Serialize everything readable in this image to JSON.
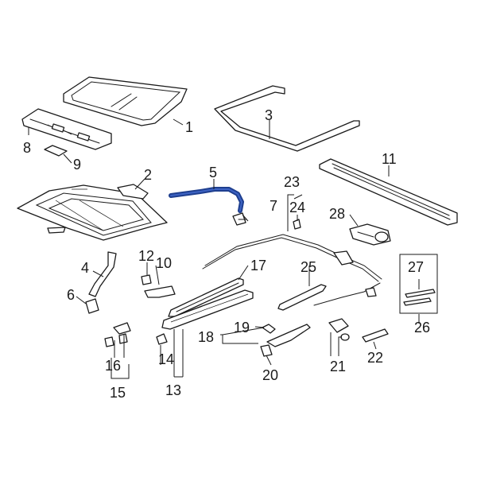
{
  "accent_color": "#1f3f8f",
  "callouts": [
    {
      "id": "c1",
      "text": "1"
    },
    {
      "id": "c2",
      "text": "2"
    },
    {
      "id": "c3",
      "text": "3"
    },
    {
      "id": "c4",
      "text": "4"
    },
    {
      "id": "c5",
      "text": "5"
    },
    {
      "id": "c6",
      "text": "6"
    },
    {
      "id": "c7",
      "text": "7"
    },
    {
      "id": "c8",
      "text": "8"
    },
    {
      "id": "c9",
      "text": "9"
    },
    {
      "id": "c10",
      "text": "10"
    },
    {
      "id": "c11",
      "text": "11"
    },
    {
      "id": "c12",
      "text": "12"
    },
    {
      "id": "c13",
      "text": "13"
    },
    {
      "id": "c14",
      "text": "14"
    },
    {
      "id": "c15",
      "text": "15"
    },
    {
      "id": "c16",
      "text": "16"
    },
    {
      "id": "c17",
      "text": "17"
    },
    {
      "id": "c18",
      "text": "18"
    },
    {
      "id": "c19",
      "text": "19"
    },
    {
      "id": "c20",
      "text": "20"
    },
    {
      "id": "c21",
      "text": "21"
    },
    {
      "id": "c22",
      "text": "22"
    },
    {
      "id": "c23",
      "text": "23"
    },
    {
      "id": "c24",
      "text": "24"
    },
    {
      "id": "c25",
      "text": "25"
    },
    {
      "id": "c26",
      "text": "26"
    },
    {
      "id": "c27",
      "text": "27"
    },
    {
      "id": "c28",
      "text": "28"
    }
  ],
  "highlighted_callout": "5"
}
